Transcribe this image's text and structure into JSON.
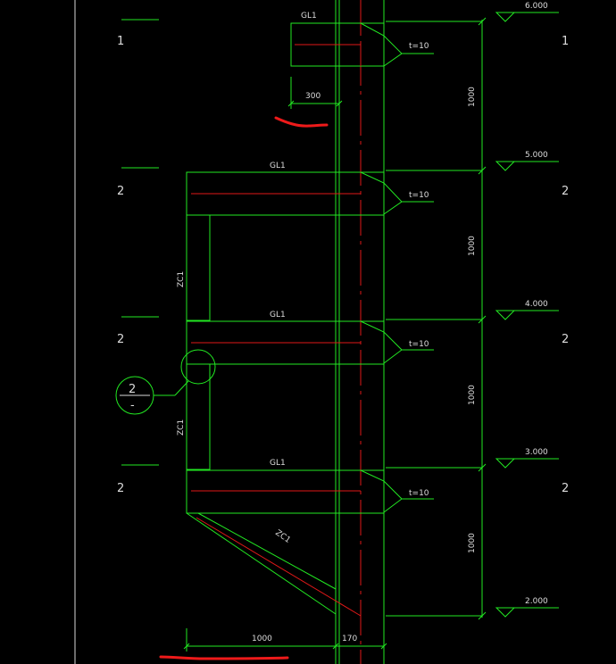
{
  "members": {
    "beam": "GL1",
    "column": "ZC1",
    "brace": "ZC1"
  },
  "plate_label": "t=10",
  "elevations": [
    "6.000",
    "5.000",
    "4.000",
    "3.000",
    "2.000"
  ],
  "storey_height": "1000",
  "dims": {
    "top_width": "300",
    "bottom_span": "1000",
    "bottom_col": "170"
  },
  "section_marks": {
    "row1_left": "1",
    "row1_right": "1",
    "row2_left": "2",
    "row2_right": "2",
    "row3_left": "2",
    "row3_right": "2",
    "row4_left": "2",
    "row4_right": "2"
  },
  "detail_callout": {
    "number": "2",
    "sheet": "-"
  },
  "colors": {
    "lines": "#22e822",
    "centerline": "#e01818",
    "text": "#dcdcdc",
    "markup": "#ee1a1a"
  }
}
